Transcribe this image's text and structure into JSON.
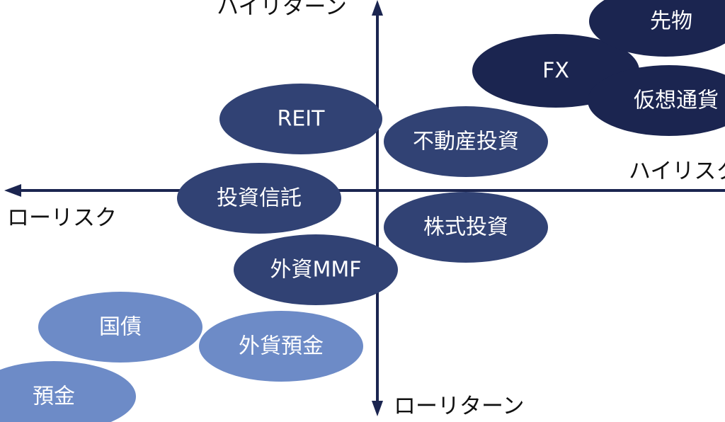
{
  "axes": {
    "top_label": "ハイリターン",
    "bottom_label": "ローリターン",
    "left_label": "ローリスク",
    "right_label": "ハイリスク"
  },
  "colors": {
    "axis": "#1b2550",
    "high": "#1b2550",
    "medium": "#314274",
    "low": "#6d8bc7",
    "text_on_shape": "#ffffff",
    "label_text": "#111111"
  },
  "products": [
    {
      "name": "先物",
      "tier": "high"
    },
    {
      "name": "FX",
      "tier": "high"
    },
    {
      "name": "仮想通貨",
      "tier": "high"
    },
    {
      "name": "REIT",
      "tier": "medium"
    },
    {
      "name": "不動産投資",
      "tier": "medium"
    },
    {
      "name": "投資信託",
      "tier": "medium"
    },
    {
      "name": "株式投資",
      "tier": "medium"
    },
    {
      "name": "外資MMF",
      "tier": "medium"
    },
    {
      "name": "国債",
      "tier": "low"
    },
    {
      "name": "外貨預金",
      "tier": "low"
    },
    {
      "name": "預金",
      "tier": "low"
    }
  ]
}
